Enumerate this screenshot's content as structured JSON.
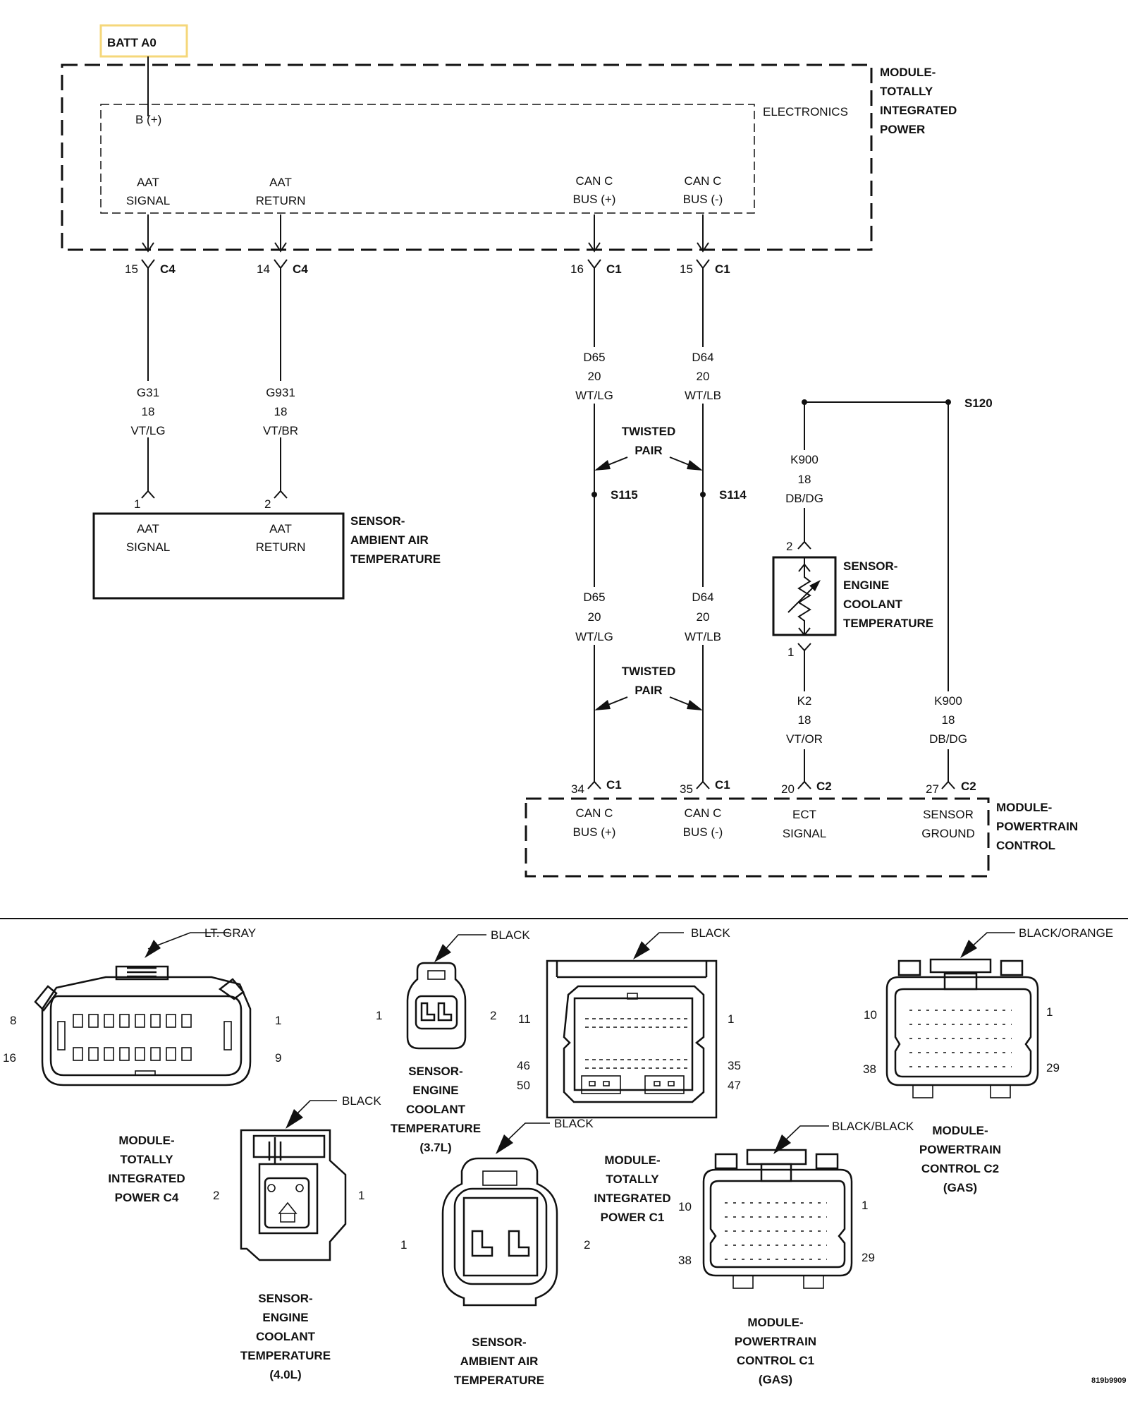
{
  "battery": {
    "label": "BATT A0",
    "highlight_color": "#f5d77a"
  },
  "tipm": {
    "name_lines": [
      "MODULE-",
      "TOTALLY",
      "INTEGRATED",
      "POWER"
    ],
    "electronics_label": "ELECTRONICS",
    "bplus": "B (+)",
    "pins": [
      {
        "l1": "AAT",
        "l2": "SIGNAL",
        "num": "15",
        "conn": "C4"
      },
      {
        "l1": "AAT",
        "l2": "RETURN",
        "num": "14",
        "conn": "C4"
      },
      {
        "l1": "CAN C",
        "l2": "BUS (+)",
        "num": "16",
        "conn": "C1"
      },
      {
        "l1": "CAN C",
        "l2": "BUS (-)",
        "num": "15",
        "conn": "C1"
      }
    ]
  },
  "wires": {
    "g31": {
      "circuit": "G31",
      "gauge": "18",
      "color": "VT/LG"
    },
    "g931": {
      "circuit": "G931",
      "gauge": "18",
      "color": "VT/BR"
    },
    "d65_upper": {
      "circuit": "D65",
      "gauge": "20",
      "color": "WT/LG"
    },
    "d64_upper": {
      "circuit": "D64",
      "gauge": "20",
      "color": "WT/LB"
    },
    "d65_lower": {
      "circuit": "D65",
      "gauge": "20",
      "color": "WT/LG"
    },
    "d64_lower": {
      "circuit": "D64",
      "gauge": "20",
      "color": "WT/LB"
    },
    "k900_upper": {
      "circuit": "K900",
      "gauge": "18",
      "color": "DB/DG"
    },
    "k2": {
      "circuit": "K2",
      "gauge": "18",
      "color": "VT/OR"
    },
    "k900_lower": {
      "circuit": "K900",
      "gauge": "18",
      "color": "DB/DG"
    }
  },
  "twisted_pair": {
    "l1": "TWISTED",
    "l2": "PAIR"
  },
  "splices": {
    "s115": "S115",
    "s114": "S114",
    "s120": "S120"
  },
  "aat_sensor": {
    "name_lines": [
      "SENSOR-",
      "AMBIENT AIR",
      "TEMPERATURE"
    ],
    "pins": [
      {
        "num": "1",
        "l1": "AAT",
        "l2": "SIGNAL"
      },
      {
        "num": "2",
        "l1": "AAT",
        "l2": "RETURN"
      }
    ]
  },
  "ect_sensor": {
    "name_lines": [
      "SENSOR-",
      "ENGINE",
      "COOLANT",
      "TEMPERATURE"
    ],
    "pin_top": "2",
    "pin_bottom": "1"
  },
  "pcm": {
    "name_lines": [
      "MODULE-",
      "POWERTRAIN",
      "CONTROL"
    ],
    "pins": [
      {
        "num": "34",
        "conn": "C1",
        "l1": "CAN C",
        "l2": "BUS (+)"
      },
      {
        "num": "35",
        "conn": "C1",
        "l1": "CAN C",
        "l2": "BUS (-)"
      },
      {
        "num": "20",
        "conn": "C2",
        "l1": "ECT",
        "l2": "SIGNAL"
      },
      {
        "num": "27",
        "conn": "C2",
        "l1": "SENSOR",
        "l2": "GROUND"
      }
    ]
  },
  "connectors": {
    "tipm_c4": {
      "color": "LT. GRAY",
      "pins": [
        "8",
        "1",
        "16",
        "9"
      ],
      "name_lines": [
        "MODULE-",
        "TOTALLY",
        "INTEGRATED",
        "POWER C4"
      ]
    },
    "ect_37": {
      "color": "BLACK",
      "pins": [
        "1",
        "2"
      ],
      "name_lines": [
        "SENSOR-",
        "ENGINE",
        "COOLANT",
        "TEMPERATURE",
        "(3.7L)"
      ]
    },
    "tipm_c1": {
      "color": "BLACK",
      "pins": [
        "11",
        "1",
        "46",
        "35",
        "50",
        "47"
      ],
      "name_lines": [
        "MODULE-",
        "TOTALLY",
        "INTEGRATED",
        "POWER C1"
      ]
    },
    "pcm_c2": {
      "color": "BLACK/ORANGE",
      "pins": [
        "10",
        "1",
        "38",
        "29"
      ],
      "name_lines": [
        "MODULE-",
        "POWERTRAIN",
        "CONTROL C2",
        "(GAS)"
      ]
    },
    "ect_40": {
      "color": "BLACK",
      "pins": [
        "2",
        "1"
      ],
      "name_lines": [
        "SENSOR-",
        "ENGINE",
        "COOLANT",
        "TEMPERATURE",
        "(4.0L)"
      ]
    },
    "aat": {
      "color": "BLACK",
      "pins": [
        "1",
        "2"
      ],
      "name_lines": [
        "SENSOR-",
        "AMBIENT AIR",
        "TEMPERATURE"
      ]
    },
    "pcm_c1": {
      "color": "BLACK/BLACK",
      "pins": [
        "10",
        "1",
        "38",
        "29"
      ],
      "name_lines": [
        "MODULE-",
        "POWERTRAIN",
        "CONTROL C1",
        "(GAS)"
      ]
    }
  },
  "figure_id": "819b9909"
}
